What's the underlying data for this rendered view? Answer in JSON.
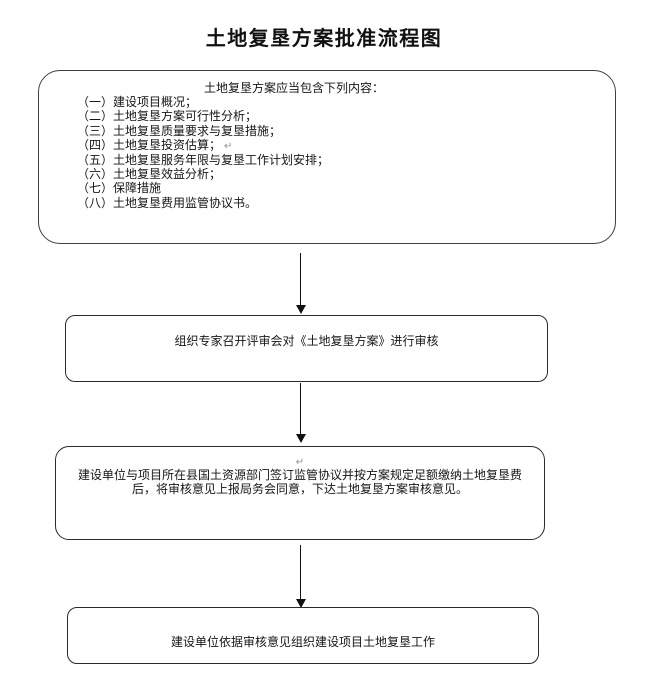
{
  "page": {
    "title": "土地复垦方案批准流程图"
  },
  "flowchart": {
    "box1": {
      "header": "土地复垦方案应当包含下列内容：",
      "items": [
        {
          "text": "（一）建设项目概况；",
          "mark": ""
        },
        {
          "text": "（二）土地复垦方案可行性分析；",
          "mark": ""
        },
        {
          "text": "（三）土地复垦质量要求与复垦措施；",
          "mark": ""
        },
        {
          "text": "（四）土地复垦投资估算；",
          "mark": "↵"
        },
        {
          "text": "（五）土地复垦服务年限与复垦工作计划安排；",
          "mark": ""
        },
        {
          "text": "（六）土地复垦效益分析；",
          "mark": ""
        },
        {
          "text": "（七）保障措施",
          "mark": ""
        },
        {
          "text": "（八）土地复垦费用监管协议书。",
          "mark": ""
        }
      ]
    },
    "box2": {
      "text": "组织专家召开评审会对《土地复垦方案》进行审核"
    },
    "box3": {
      "return_mark": "↵",
      "lines": [
        "建设单位与项目所在县国土资源部门签订监管协议并按方案规定足额缴纳土地复垦费",
        "后，将审核意见上报局务会同意，下达土地复垦方案审核意见。"
      ]
    },
    "box4": {
      "text": "建设单位依据审核意见组织建设项目土地复垦工作"
    }
  }
}
